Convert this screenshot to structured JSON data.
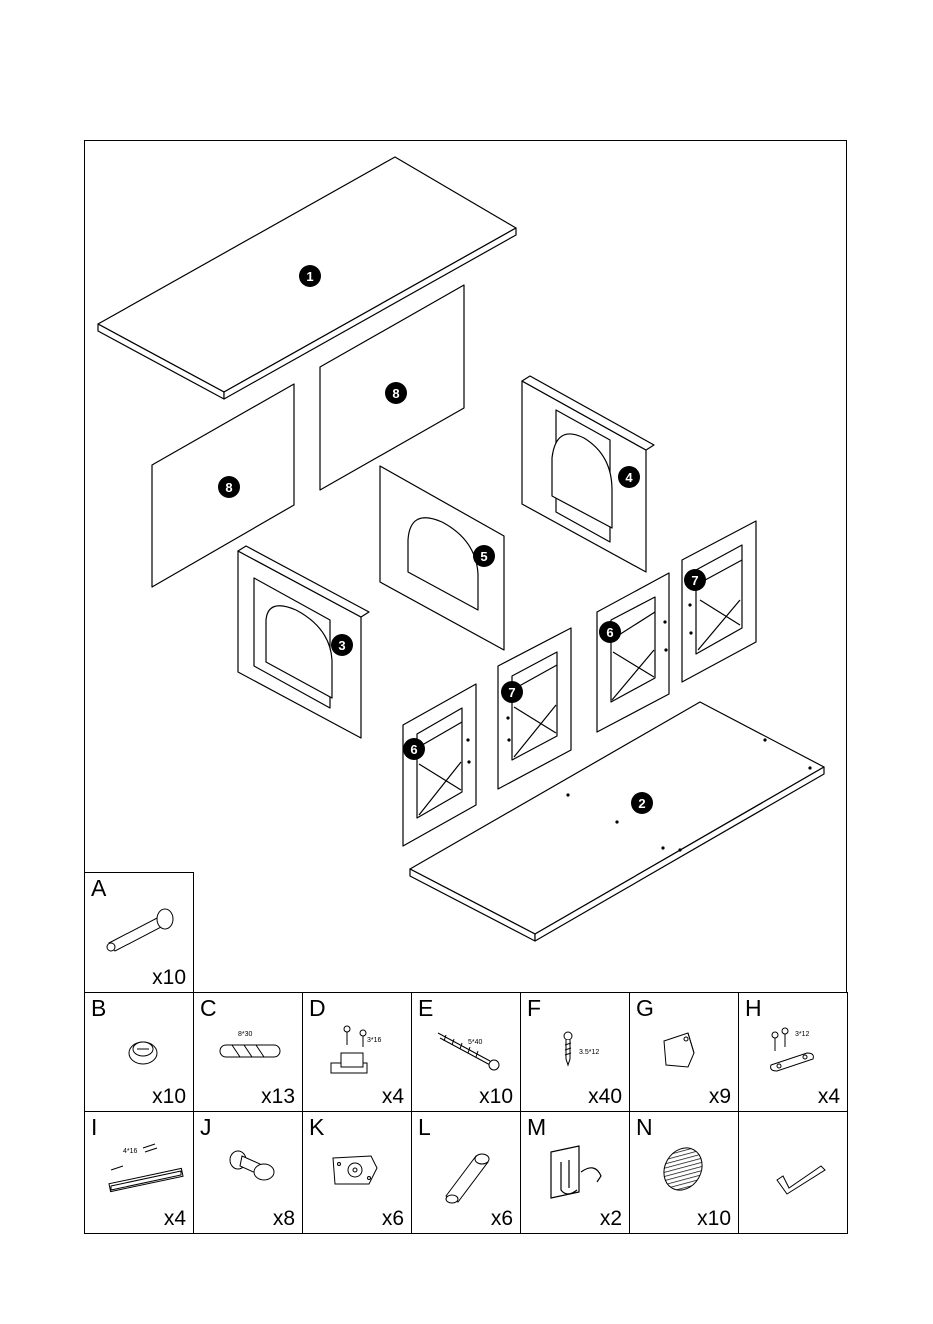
{
  "panels": [
    {
      "id": "panel-1",
      "number": "1"
    },
    {
      "id": "panel-2",
      "number": "2"
    },
    {
      "id": "panel-3",
      "number": "3"
    },
    {
      "id": "panel-4",
      "number": "4"
    },
    {
      "id": "panel-5",
      "number": "5"
    },
    {
      "id": "panel-6a",
      "number": "6"
    },
    {
      "id": "panel-6b",
      "number": "6"
    },
    {
      "id": "panel-7a",
      "number": "7"
    },
    {
      "id": "panel-7b",
      "number": "7"
    },
    {
      "id": "panel-8a",
      "number": "8"
    },
    {
      "id": "panel-8b",
      "number": "8"
    }
  ],
  "hardware": [
    {
      "letter": "A",
      "qty": "x10",
      "spec": "",
      "icon": "cam-bolt-icon"
    },
    {
      "letter": "B",
      "qty": "x10",
      "spec": "",
      "icon": "cam-lock-icon"
    },
    {
      "letter": "C",
      "qty": "x13",
      "spec": "8*30",
      "icon": "wood-dowel-icon"
    },
    {
      "letter": "D",
      "qty": "x4",
      "spec": "3*16",
      "icon": "magnetic-catch-icon"
    },
    {
      "letter": "E",
      "qty": "x10",
      "spec": "5*40",
      "icon": "long-screw-icon"
    },
    {
      "letter": "F",
      "qty": "x40",
      "spec": "3.5*12",
      "icon": "short-screw-icon"
    },
    {
      "letter": "G",
      "qty": "x9",
      "spec": "",
      "icon": "corner-block-icon"
    },
    {
      "letter": "H",
      "qty": "x4",
      "spec": "3*12",
      "icon": "connector-plate-icon"
    },
    {
      "letter": "I",
      "qty": "x4",
      "spec": "4*16",
      "icon": "rail-bracket-icon"
    },
    {
      "letter": "J",
      "qty": "x8",
      "spec": "",
      "icon": "knob-icon"
    },
    {
      "letter": "K",
      "qty": "x6",
      "spec": "",
      "icon": "hinge-plate-icon"
    },
    {
      "letter": "L",
      "qty": "x6",
      "spec": "",
      "icon": "foot-icon"
    },
    {
      "letter": "M",
      "qty": "x2",
      "spec": "",
      "icon": "double-hook-icon"
    },
    {
      "letter": "N",
      "qty": "x10",
      "spec": "",
      "icon": "felt-pad-icon"
    },
    {
      "letter": "",
      "qty": "",
      "spec": "",
      "icon": "allen-key-icon"
    }
  ]
}
